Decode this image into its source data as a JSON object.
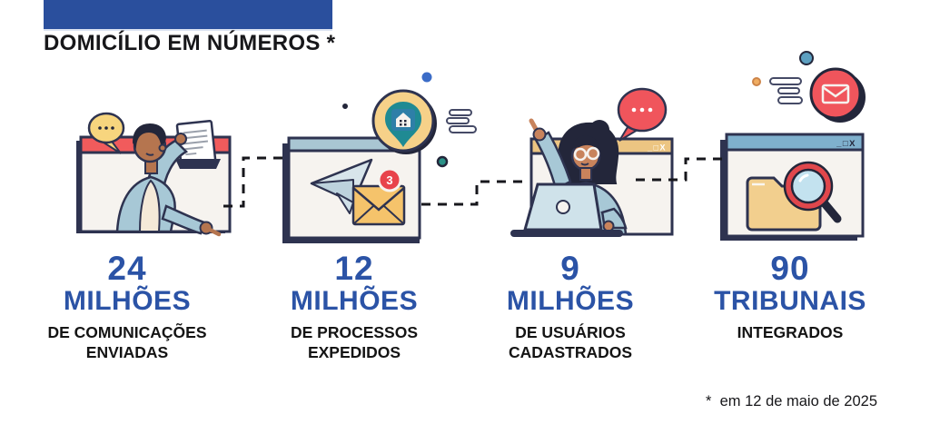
{
  "header": {
    "title": "DOMICÍLIO EM NÚMEROS *"
  },
  "stats": [
    {
      "value": "24",
      "unit": "MILHÕES",
      "label_line1": "DE COMUNICAÇÕES",
      "label_line2": "ENVIADAS"
    },
    {
      "value": "12",
      "unit": "MILHÕES",
      "label_line1": "DE PROCESSOS",
      "label_line2": "EXPEDIDOS"
    },
    {
      "value": "9",
      "unit": "MILHÕES",
      "label_line1": "DE USUÁRIOS",
      "label_line2": "CADASTRADOS"
    },
    {
      "value": "90",
      "unit": "TRIBUNAIS",
      "label_line1": "INTEGRADOS",
      "label_line2": ""
    }
  ],
  "footnote": {
    "text": "*  em 12 de maio de 2025"
  },
  "illustrations": {
    "mail_badge_count": "3",
    "window3_controls": "_□X",
    "window4_controls": "_□X"
  },
  "colors": {
    "accent_blue": "#2b53a6",
    "bar_blue": "#2a4f9d",
    "ink": "#17171a",
    "outline_navy": "#2e3350",
    "red": "#f0555c",
    "yellow": "#f6d189",
    "envelope_orange": "#f5c36b",
    "steel_blue": "#a9c6d2",
    "teal": "#1f8a93"
  }
}
